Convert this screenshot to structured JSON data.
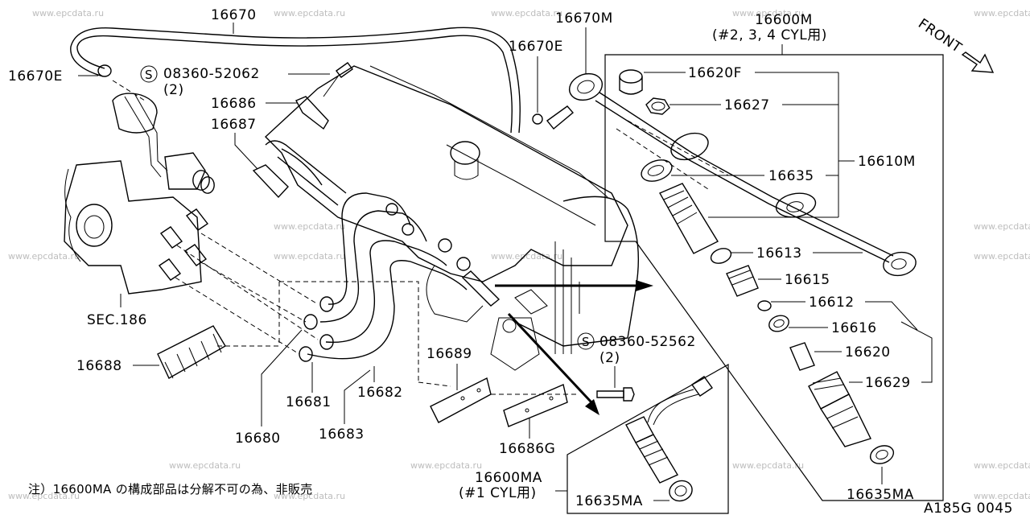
{
  "watermark": "www.epcdata.ru",
  "part_labels": {
    "p16670": "16670",
    "p16670E_left": "16670E",
    "p16670E_right": "16670E",
    "p16670M": "16670M",
    "p16600M": "16600M",
    "p16600M_note": "(#2, 3, 4 CYL用)",
    "p16620F": "16620F",
    "p16627": "16627",
    "p16610M": "16610M",
    "p16635": "16635",
    "p16613": "16613",
    "p16615": "16615",
    "p16612": "16612",
    "p16616": "16616",
    "p16620": "16620",
    "p16629": "16629",
    "p16635MA_right": "16635MA",
    "p16635MA_inset": "16635MA",
    "p16600MA": "16600MA",
    "p16600MA_note": "(#1 CYL用)",
    "p16686": "16686",
    "p16687": "16687",
    "p16688": "16688",
    "p16680": "16680",
    "p16681": "16681",
    "p16682": "16682",
    "p16683": "16683",
    "p16689": "16689",
    "p16686G": "16686G",
    "sec186": "SEC.186",
    "bolt_top_code": "08360-52062",
    "bolt_top_qty": "(2)",
    "bolt_bottom_code": "08360-52562",
    "bolt_bottom_qty": "(2)",
    "screw_symbol": "S",
    "front": "FRONT"
  },
  "footnote": "注）16600MA の構成部品は分解不可の為、非販売",
  "diagram_id": "A185G 0045"
}
